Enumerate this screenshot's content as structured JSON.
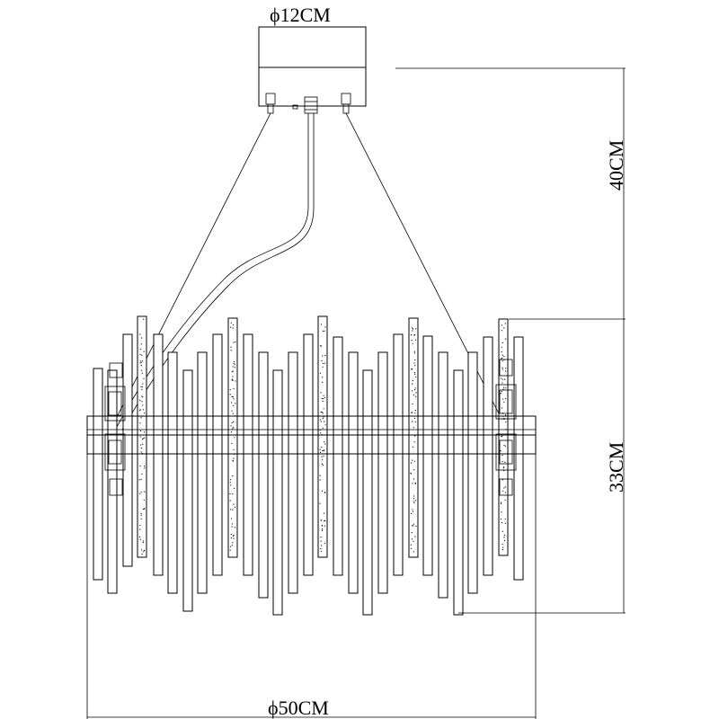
{
  "dimensions": {
    "canopy_diameter": "ϕ12CM",
    "suspension_height": "40CM",
    "body_height": "33CM",
    "body_diameter": "ϕ50CM"
  }
}
